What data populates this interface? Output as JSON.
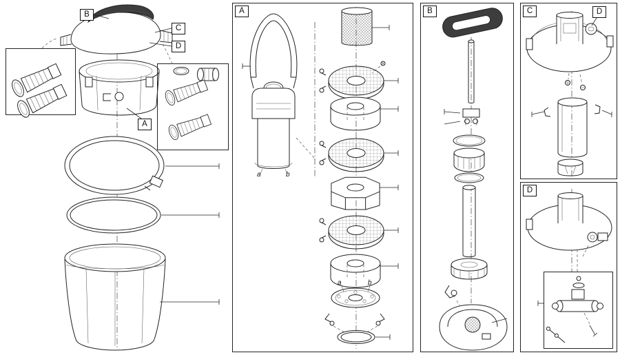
{
  "colors": {
    "background": "#ffffff",
    "line": "#222222",
    "dark_fill": "#3d3d3d",
    "light_fill": "#ffffff"
  },
  "main_view": {
    "callouts": {
      "b": "B",
      "c": "C",
      "d": "D",
      "a": "A"
    }
  },
  "panel_a": {
    "corner_label": "A",
    "part_letters": {
      "upper_a": "a",
      "upper_b": "b",
      "lower_a": "a",
      "lower_b": "b"
    }
  },
  "panel_b": {
    "corner_label": "B"
  },
  "panel_c": {
    "corner_label": "C",
    "inner_callout": "D"
  },
  "panel_d": {
    "corner_label": "D"
  }
}
